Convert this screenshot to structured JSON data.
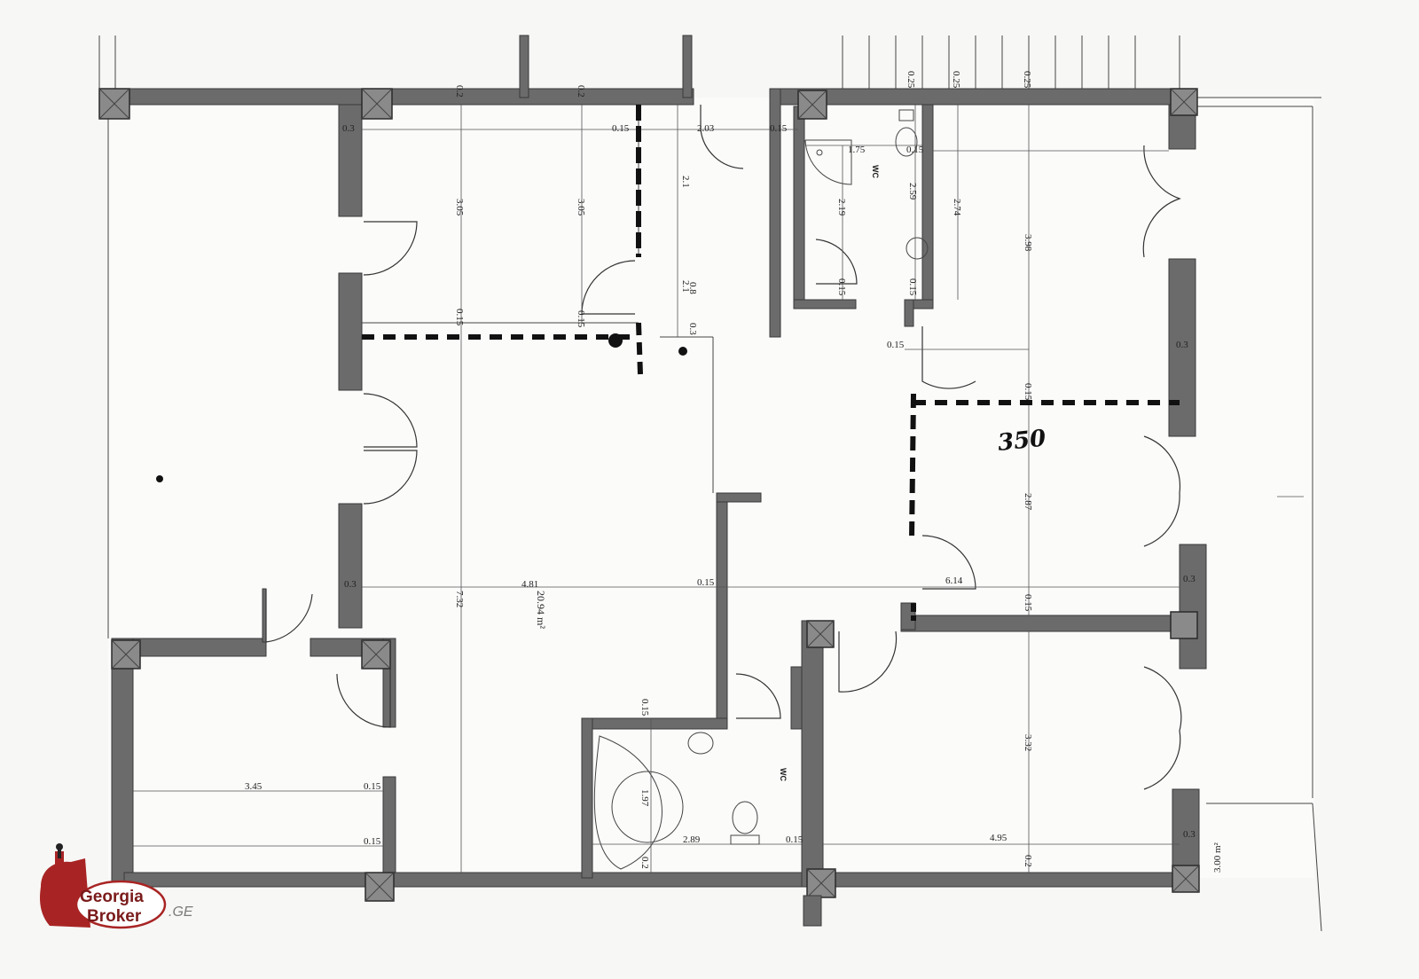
{
  "dimensions": {
    "d_02_a": "0.2",
    "d_02_b": "0.2",
    "d_025_a": "0.25",
    "d_025_b": "0.25",
    "d_025_c": "0.25",
    "d_03_tl": "0.3",
    "d_015_top1": "0.15",
    "d_203": "2.03",
    "d_015_top2": "0.15",
    "d_175": "1.75",
    "d_015_wc": "0.15",
    "d_305_a": "3.05",
    "d_305_b": "3.05",
    "d_21_a": "2.1",
    "d_21_b": "2.1",
    "d_08": "0.8",
    "d_03_mid": "0.3",
    "d_219": "2.19",
    "d_259": "2.59",
    "d_274": "2.74",
    "d_398": "3.98",
    "d_015_r1": "0.15",
    "d_015_r2": "0.15",
    "d_015_hall": "0.15",
    "d_015_left": "0.15",
    "d_015_vert": "0.15",
    "d_03_r1": "0.3",
    "d_015_r3": "0.15",
    "d_287": "2.87",
    "d_614": "6.14",
    "d_03_r2": "0.3",
    "d_015_r4": "0.15",
    "d_03_lmid": "0.3",
    "d_481": "4.81",
    "d_015_c": "0.15",
    "d_732": "7.32",
    "d_2094": "20.94 m²",
    "d_015_wc2": "0.15",
    "d_345": "3.45",
    "d_015_l1": "0.15",
    "d_015_l2": "0.15",
    "d_197": "1.97",
    "d_289": "2.89",
    "d_02_wc": "0.2",
    "d_015_b": "0.15",
    "d_495": "4.95",
    "d_02_r": "0.2",
    "d_332": "3.32",
    "d_03_r3": "0.3",
    "d_300": "3.00 m²"
  },
  "labels": {
    "wc_top": "WC",
    "wc_bottom": "WC",
    "handwritten": "350"
  },
  "logo": {
    "line1": "Georgia",
    "line2": "Broker",
    "suffix": ".GE"
  },
  "colors": {
    "wall": "#6b6b6b",
    "marker": "#0a0a0a",
    "logo_red": "#a82424"
  }
}
